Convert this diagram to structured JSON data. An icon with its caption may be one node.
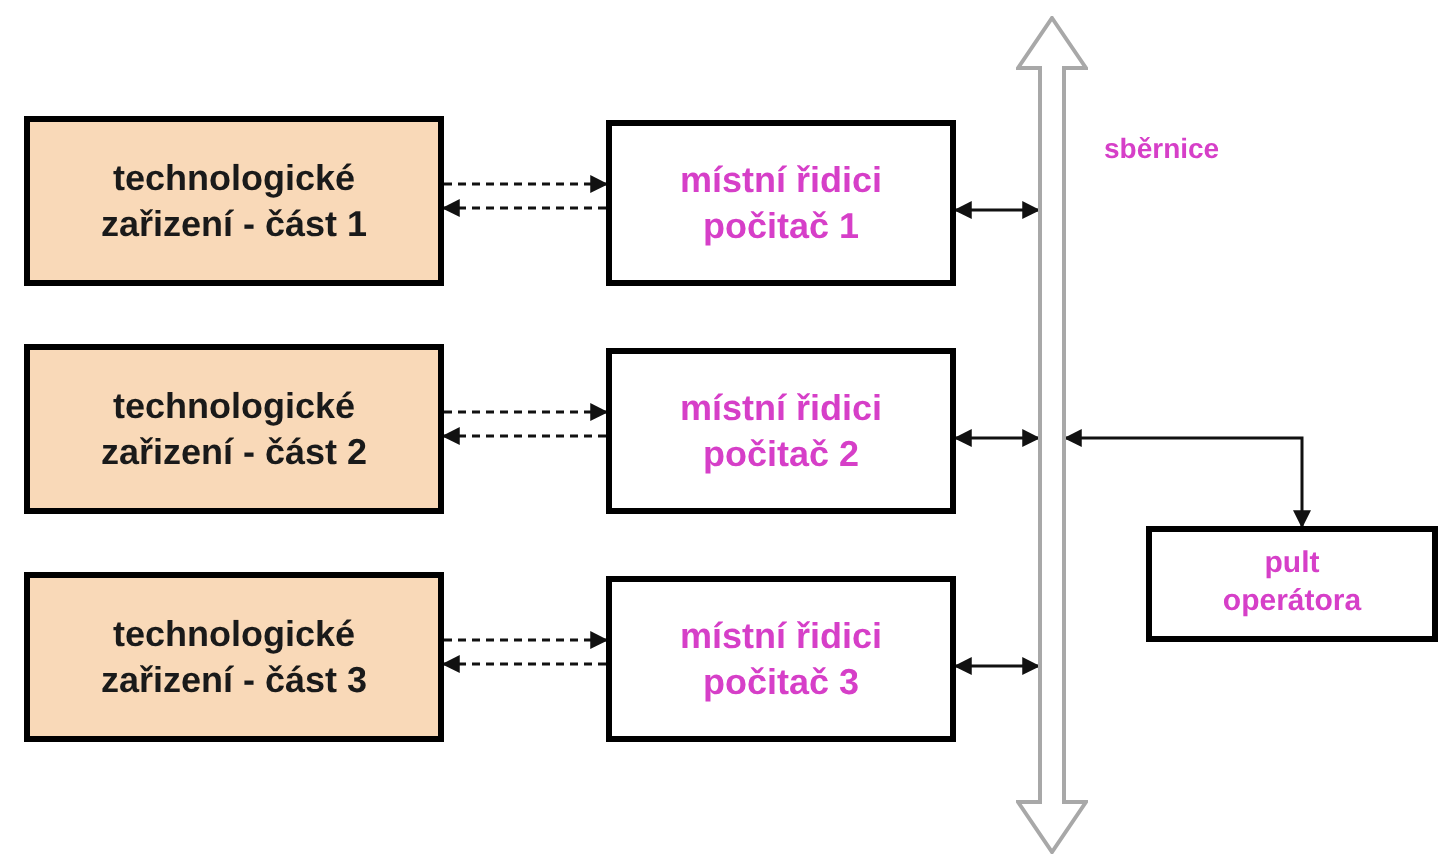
{
  "diagram": {
    "nodes": [
      {
        "text": [
          "technologické zařizení - část 1"
        ]
      },
      {
        "text": [
          "místní řidici počitač 1"
        ]
      },
      {
        "text": [],
        "shape": "bar",
        "beside": [
          "sběrnice"
        ]
      },
      {
        "text": [
          "technologické zařizení - část 2"
        ]
      },
      {
        "text": [
          "místní řidici počitač 2"
        ]
      },
      {
        "text": [
          "technologické zařizení - část 3"
        ]
      },
      {
        "text": [
          "místní řidici počitač 3"
        ]
      },
      {
        "text": [
          "pult operátora"
        ]
      }
    ],
    "edges": [
      {
        "from": 0,
        "to": 1,
        "arrow": "to",
        "style": "dashed"
      },
      {
        "from": 1,
        "to": 0,
        "arrow": "to",
        "style": "dashed"
      },
      {
        "from": 1,
        "to": 2,
        "arrow": "both"
      },
      {
        "from": 3,
        "to": 4,
        "arrow": "to",
        "style": "dashed"
      },
      {
        "from": 4,
        "to": 3,
        "arrow": "to",
        "style": "dashed"
      },
      {
        "from": 4,
        "to": 2,
        "arrow": "both"
      },
      {
        "from": 5,
        "to": 6,
        "arrow": "to",
        "style": "dashed"
      },
      {
        "from": 6,
        "to": 5,
        "arrow": "to",
        "style": "dashed"
      },
      {
        "from": 6,
        "to": 2,
        "arrow": "both"
      },
      {
        "from": 2,
        "to": 7,
        "arrow": "both"
      }
    ]
  }
}
